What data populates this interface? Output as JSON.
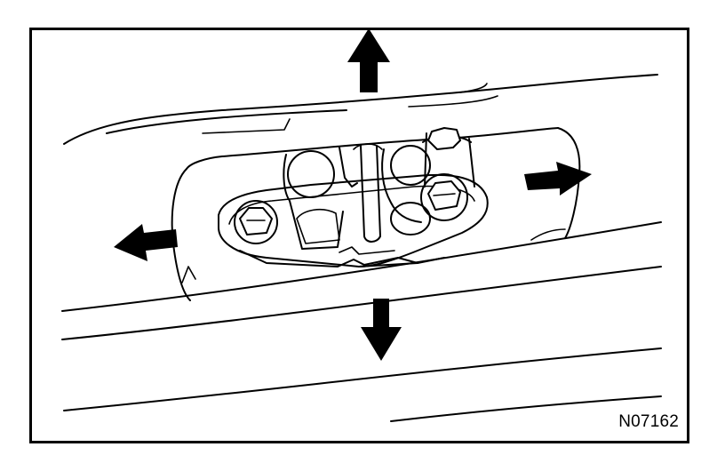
{
  "figure": {
    "code": "N07162",
    "arrows": [
      "arrow-up",
      "arrow-down",
      "arrow-left",
      "arrow-right"
    ]
  }
}
